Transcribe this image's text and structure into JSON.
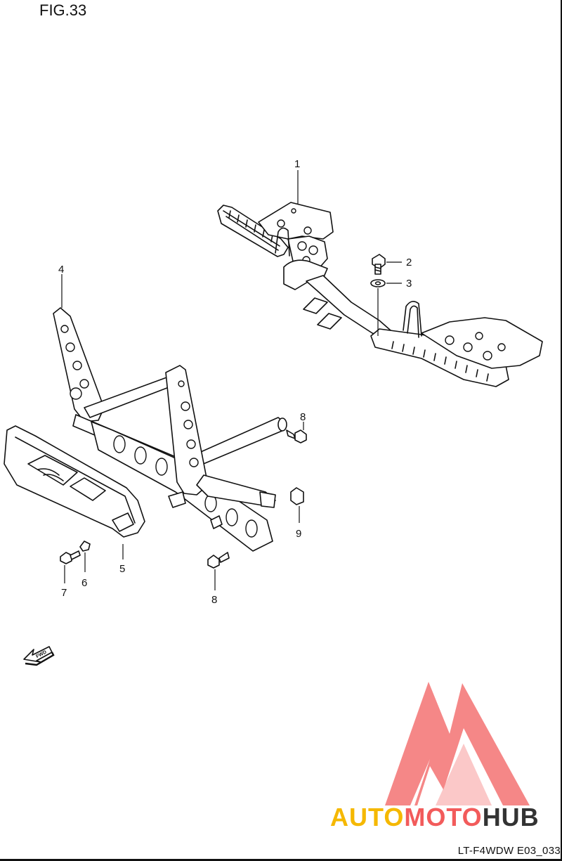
{
  "figure": {
    "title": "FIG.33",
    "drawing_code": "LT-F4WDW E03_033"
  },
  "callouts": [
    {
      "id": "callout-1",
      "label": "1"
    },
    {
      "id": "callout-2",
      "label": "2"
    },
    {
      "id": "callout-3",
      "label": "3"
    },
    {
      "id": "callout-4",
      "label": "4"
    },
    {
      "id": "callout-5",
      "label": "5"
    },
    {
      "id": "callout-6",
      "label": "6"
    },
    {
      "id": "callout-7",
      "label": "7"
    },
    {
      "id": "callout-8a",
      "label": "8"
    },
    {
      "id": "callout-8b",
      "label": "8"
    },
    {
      "id": "callout-9",
      "label": "9"
    }
  ],
  "fwd_arrow": {
    "label": "FWD"
  },
  "watermark": {
    "text_part1": "AUTO",
    "text_part2": "MOTO",
    "text_part3": "HUB",
    "colors": {
      "auto": "#f5b800",
      "moto": "#f25b5b",
      "hub": "#333333",
      "triangle": "#f47a7a"
    }
  },
  "parts": {
    "footrest_bracket": "footrest-bracket",
    "bolt": "bolt",
    "washer": "washer",
    "front_guard_frame": "front-guard-frame",
    "front_guard_cover": "front-guard-cover",
    "nut": "nut",
    "screw": "screw",
    "nut_clip": "nut-clip"
  }
}
